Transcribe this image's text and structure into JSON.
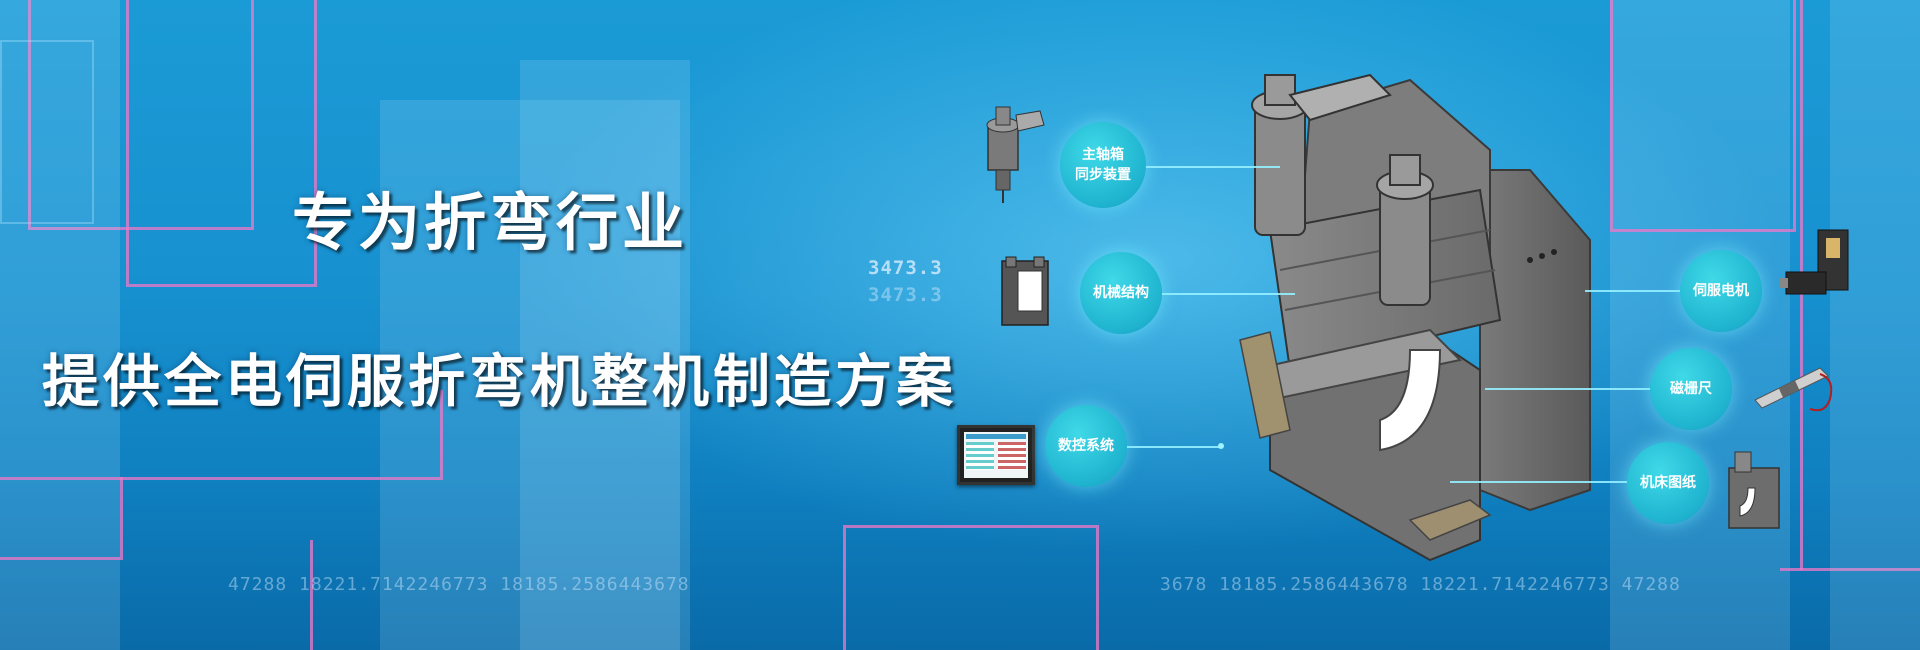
{
  "headline": {
    "line1": "专为折弯行业",
    "line2": "提供全电伺服折弯机整机制造方案"
  },
  "background_numbers": {
    "top_1": "3473.3",
    "top_2": "3473.3",
    "bottom_left": "47288   18221.7142246773   18185.2586443678",
    "bottom_right": "3678   18185.2586443678   18221.7142246773   47288"
  },
  "labels": {
    "spindle": [
      "主轴箱",
      "同步装置"
    ],
    "mechanical": "机械结构",
    "cnc": "数控系统",
    "servo": "伺服电机",
    "scale": "磁栅尺",
    "drawings": "机床图纸"
  },
  "colors": {
    "circle": "#1fb3cf",
    "machine": "#6b6b6b",
    "accent_pink": "#f078c8"
  }
}
